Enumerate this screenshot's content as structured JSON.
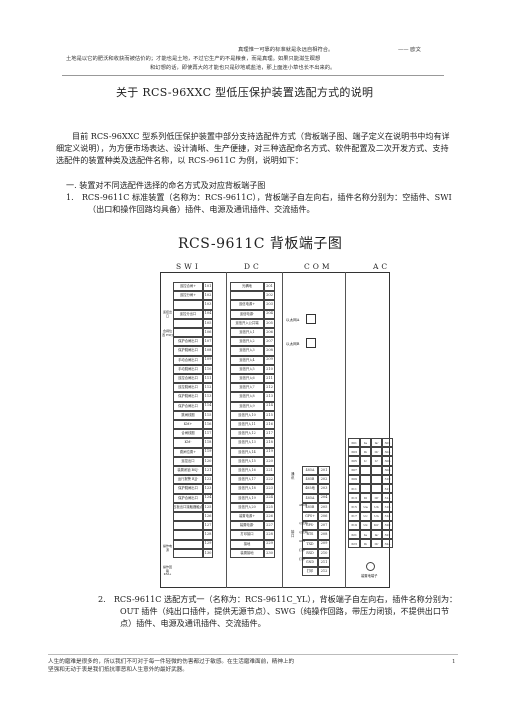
{
  "header": {
    "line1": "真理惟一可靠的标准就是永远自相符合。",
    "author": "—— 欧文",
    "line2": "土地是以它的肥沃和收获而被估价的；才能也是土地，不过它生产的不是粮食，而是真理。如果只能滋生瞑想",
    "line3": "和幻想的话，即使再大的才能也只是砂地或盐池，那上面连小草也长不出来的。"
  },
  "doc": {
    "title": "关于 RCS-96XXC 型低压保护装置选配方式的说明",
    "intro": "目前 RCS-96XXC 型系列低压保护装置中部分支持选配件方式（背板端子图、端子定义在说明书中均有详细定义说明），为方便市场表达、设计清晰、生产便捷，对三种选配命名方式、软件配置及二次开发方式、支持选配件的装置种类及选配件名称，以 RCS-9611C 为例，说明如下：",
    "section1": "一. 装置对不同选配件选择的命名方式及对应背板端子图",
    "item1": "1.　RCS-9611C 标准装置（名称为：RCS-9611C），背板端子自左向右，插件名称分别为：空插件、SWI（出口和操作回路均具备）插件、电源及通讯插件、交流插件。",
    "item2": "2.　RCS-9611C 选配方式一（名称为：RCS-9611C_YL），背板端子自左向右，插件名称分别为：OUT 插件（纯出口插件，提供无源节点）、SWG（纯操作回路，带压力闭锁，不提供出口节点）插件、电源及通讯插件、交流插件。",
    "page_number": "1"
  },
  "chart": {
    "title": "RCS-9611C 背板端子图",
    "columns": [
      "SWI",
      "DC",
      "COM",
      "AC"
    ]
  },
  "swi": {
    "labels": [
      "遥控合闸+",
      "遥控分闸+",
      "",
      "遥控分出口",
      "",
      "",
      "保护合闸出口",
      "保护跳闸出口",
      "手动合闸出口",
      "手动跳闸出口",
      "遥控合闸出口",
      "遥控跳闸出口",
      "保护跳闸出口",
      "保护合闸出口",
      "跳闸线圈",
      "KM+",
      "合闸线圈",
      "KM-",
      "跳闸位置+",
      "遥控出口",
      "装置闭锁 BSJ-",
      "运行报警 BJJ-",
      "保护跳闸出口",
      "保护合闸出口",
      "压板出口接触器触点",
      "",
      "",
      "",
      "",
      ""
    ],
    "nums": [
      "101",
      "102",
      "103",
      "104",
      "105",
      "106",
      "107",
      "108",
      "109",
      "110",
      "111",
      "112",
      "113",
      "114",
      "115",
      "116",
      "117",
      "118",
      "119",
      "120",
      "121",
      "122",
      "123",
      "124",
      "125",
      "126",
      "127",
      "128",
      "129",
      "130"
    ],
    "groups": [
      "遥控出口",
      "合闸位置 HWJ",
      "操作电源",
      "操作回路 KM+"
    ]
  },
  "dc": {
    "labels": [
      "光耦地",
      "",
      "遥信电源+",
      "遥信电源-",
      "遥信开入公共端",
      "遥信开入1",
      "遥信开入2",
      "遥信开入3",
      "遥信开入4",
      "遥信开入5",
      "遥信开入6",
      "遥信开入7",
      "遥信开入8",
      "遥信开入9",
      "遥信开入10",
      "遥信开入11",
      "遥信开入12",
      "遥信开入13",
      "遥信开入14",
      "遥信开入15",
      "遥信开入16",
      "遥信开入17",
      "遥信开入18",
      "遥信开入19",
      "遥信开入20",
      "装置电源+",
      "装置电源-",
      "打印接口",
      "接地",
      "装置接地"
    ],
    "nums": [
      "201",
      "202",
      "203",
      "204",
      "205",
      "206",
      "207",
      "208",
      "209",
      "210",
      "211",
      "212",
      "213",
      "214",
      "215",
      "216",
      "217",
      "218",
      "219",
      "220",
      "221",
      "222",
      "223",
      "224",
      "225",
      "226",
      "227",
      "228",
      "229",
      "230"
    ]
  },
  "com": {
    "lan1": "以太网A",
    "lan2": "以太网B",
    "vlabel1": "通讯",
    "vlabel2": "接口",
    "labels": [
      "485A",
      "485B",
      "485地",
      "485A",
      "485B",
      "GPS+",
      "GPS-",
      "RTS",
      "TXD",
      "RXD",
      "GND",
      "打印"
    ],
    "nums": [
      "201",
      "202",
      "203",
      "204",
      "205",
      "206",
      "207",
      "208",
      "209",
      "210",
      "211",
      "212"
    ],
    "side": [
      "485地",
      "以太网",
      "以太网",
      "GPS",
      "打印",
      "打印"
    ]
  },
  "ac": {
    "head": [
      "301",
      "Ia",
      "Ia'",
      "302"
    ],
    "rows": [
      [
        "303",
        "Ib",
        "Ib'",
        "304"
      ],
      [
        "305",
        "Ic",
        "Ic'",
        "306"
      ],
      [
        "307",
        "",
        "",
        "308"
      ],
      [
        "309",
        "",
        "",
        "310"
      ],
      [
        "311",
        "",
        "",
        "312"
      ],
      [
        "313",
        "I0",
        "I0'",
        "314"
      ],
      [
        "315",
        "Ua",
        "Ub",
        "316"
      ],
      [
        "317",
        "Uc",
        "Un",
        "318"
      ],
      [
        "319",
        "Ux",
        "Un'",
        "320"
      ],
      [
        "321",
        "Ia",
        "Ia'",
        "322"
      ],
      [
        "323",
        "Ib",
        "Ib'",
        "324"
      ]
    ],
    "ground": "装置地端子"
  },
  "footer": {
    "line1": "人生的磨难是很多的，所以我们不可对于每一件轻微的伤害都过于敏感。在生活磨难面前，精神上的",
    "line2": "坚强和无动于衷是我们抵抗罪恶和人生意外的最好武器。"
  }
}
